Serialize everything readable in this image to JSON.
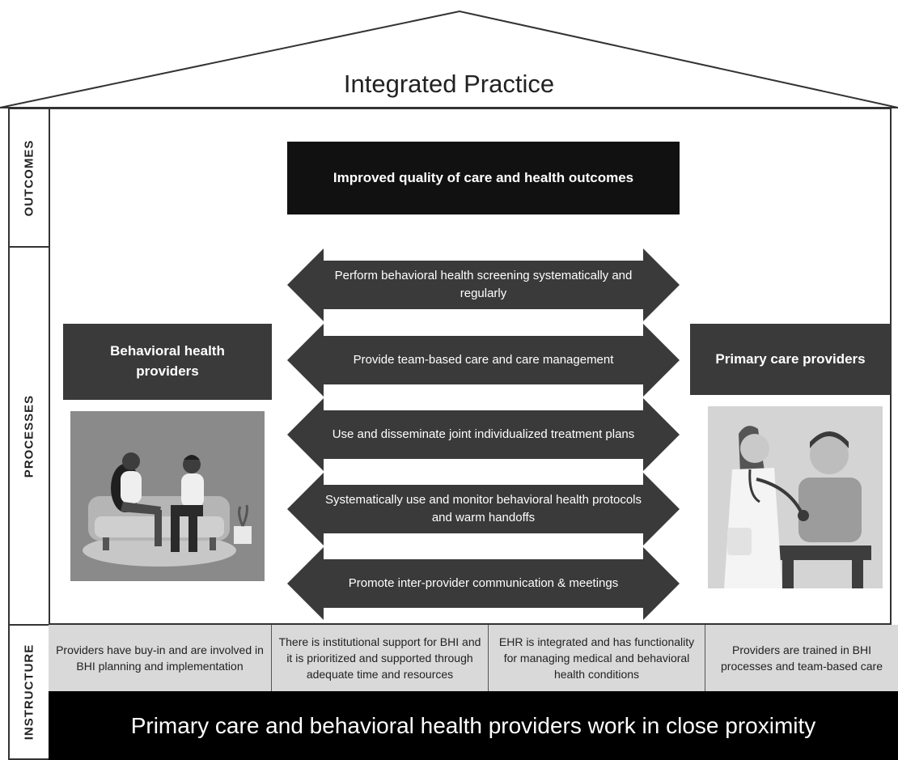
{
  "title": "Integrated Practice",
  "sections": {
    "outcomes": "OUTCOMES",
    "processes": "PROCESSES",
    "infrastructure": "INSTRUCTURE"
  },
  "outcome": "Improved quality of care and health outcomes",
  "providers": {
    "left": "Behavioral health providers",
    "right": "Primary care providers"
  },
  "processes": [
    "Perform behavioral health screening systematically and regularly",
    "Provide team-based care and care management",
    "Use and disseminate joint individualized treatment plans",
    "Systematically use and monitor behavioral health protocols and warm handoffs",
    "Promote inter-provider communication & meetings"
  ],
  "infrastructure": [
    "Providers have buy-in and are involved in BHI planning and implementation",
    "There is institutional support for BHI and it is prioritized and supported through adequate time and resources",
    "EHR is integrated and has functionality for managing medical and behavioral health conditions",
    "Providers are trained in BHI processes and team-based care"
  ],
  "foundation": "Primary care and behavioral health providers work in close proximity",
  "colors": {
    "dark": "#3a3a3a",
    "black": "#111111",
    "light_gray": "#d9d9d9"
  }
}
